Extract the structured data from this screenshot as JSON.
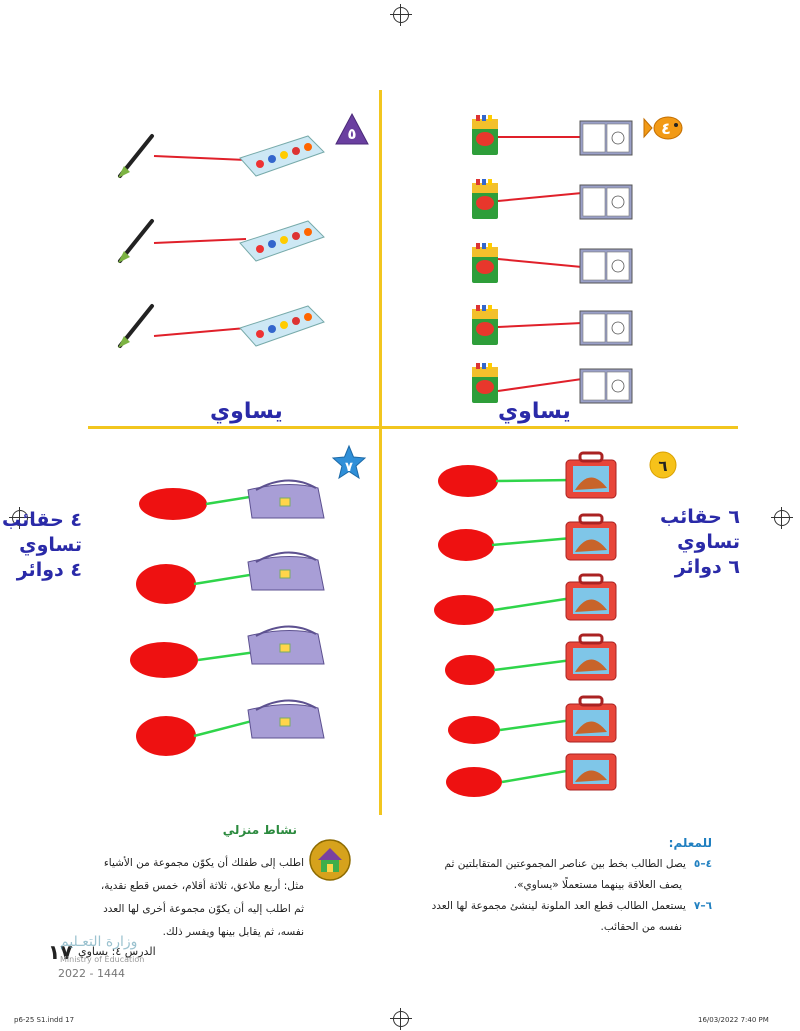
{
  "exercises": {
    "ex4": {
      "number": "٤",
      "label": "يساوي"
    },
    "ex5": {
      "number": "٥",
      "label": "يساوي"
    },
    "ex6": {
      "number": "٦",
      "summary": [
        "٦ حقائب",
        "تساوي",
        "٦ دوائر"
      ]
    },
    "ex7": {
      "number": "٧",
      "summary": [
        "٤ حقائب",
        "تساوي",
        "٤ دوائر"
      ]
    }
  },
  "teacher_note": {
    "title": "للمعلم:",
    "items": [
      {
        "range": "٤–٥",
        "text": "يصل الطالب بخط بين عناصر المجموعتين المتقابلتين ثم"
      },
      {
        "range": "",
        "text": "يصف العلاقة بينهما مستعملًا «يساوي»."
      },
      {
        "range": "٦–٧",
        "text": "يستعمل الطالب قطع العد الملونة لينشئ مجموعة لها العدد"
      },
      {
        "range": "",
        "text": "نفسه من الحقائب."
      }
    ]
  },
  "home_activity": {
    "title": "نشاط منزلي",
    "lines": [
      "اطلب إلى طفلك أن يكوّن مجموعة من الأشياء",
      "مثل: أربع ملاعق، ثلاثة أقلام، خمس قطع نقدية،",
      "ثم اطلب إليه أن يكوّن مجموعة أخرى لها العدد",
      "نفسه، ثم يقابل بينها ويفسر ذلك."
    ]
  },
  "footer": {
    "lesson": "الدرس ٤: يساوي",
    "page_number": "١٧",
    "ministry_ar": "وزارة التعـليم",
    "ministry_en": "Ministry of Education",
    "year": "2022 - 1444",
    "file_info": "p6-25 S1.indd   17",
    "timestamp": "16/03/2022   7:40 PM"
  },
  "colors": {
    "divider": "#f2c61f",
    "answer_text": "#2a2aa8",
    "red_line": "#e0202a",
    "green_line": "#2fd54a",
    "counter_red": "#ee1111",
    "badge_purple": "#6a3fa0",
    "badge_blue": "#2f8fd8",
    "badge_orange": "#f29a16",
    "badge_yellow": "#f6c21a"
  }
}
